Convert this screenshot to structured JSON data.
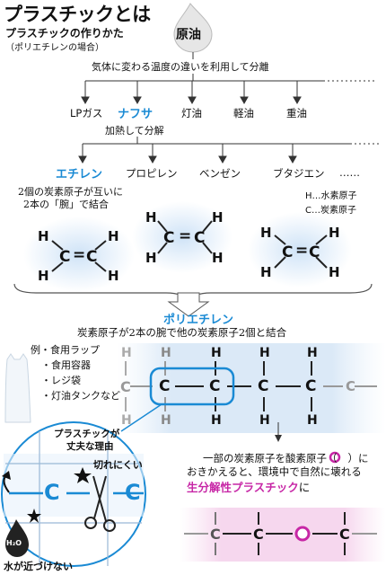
{
  "title": "プラスチックとは",
  "subtitle": "プラスチックの作りかた",
  "subtitle_note": "（ポリエチレンの場合）",
  "source": "原油",
  "step1": "気体に変わる温度の違いを利用して分離",
  "fractions": [
    "LPガス",
    "ナフサ",
    "灯油",
    "軽油",
    "重油"
  ],
  "step2": "加熱して分解",
  "products": [
    "エチレン",
    "プロピレン",
    "ベンゼン",
    "ブタジエン",
    "……"
  ],
  "ethylene_desc_1": "2個の炭素原子が互いに",
  "ethylene_desc_2": "2本の「腕」で結合",
  "legend_h": "H…水素原子",
  "legend_c": "C…炭素原子",
  "molecule": {
    "h": "H",
    "c": "C",
    "eq": "="
  },
  "polyethylene": "ポリエチレン",
  "polyethylene_desc": "炭素原子が2本の腕で他の炭素原子2個と結合",
  "examples": [
    "例・食用ラップ",
    "・食用容器",
    "・レジ袋",
    "・灯油タンクなど"
  ],
  "bubble_title_1": "プラスチックが",
  "bubble_title_2": "丈夫な理由",
  "bubble_label": "切れにくい",
  "water_note": "水が近づけない",
  "h2o": "H₂O",
  "bio_desc_1": "一部の炭素原子を酸素原子（",
  "bio_desc_1b": "）に",
  "bio_desc_2": "おきかえると、環境中で自然に壊れる",
  "bio_title": "生分解性プラスチック",
  "bio_title_suffix": "に",
  "oxygen_symbol": "O",
  "colors": {
    "accent": "#1a8ad4",
    "bio": "#c727a6",
    "glow": "#cfe3f7"
  }
}
